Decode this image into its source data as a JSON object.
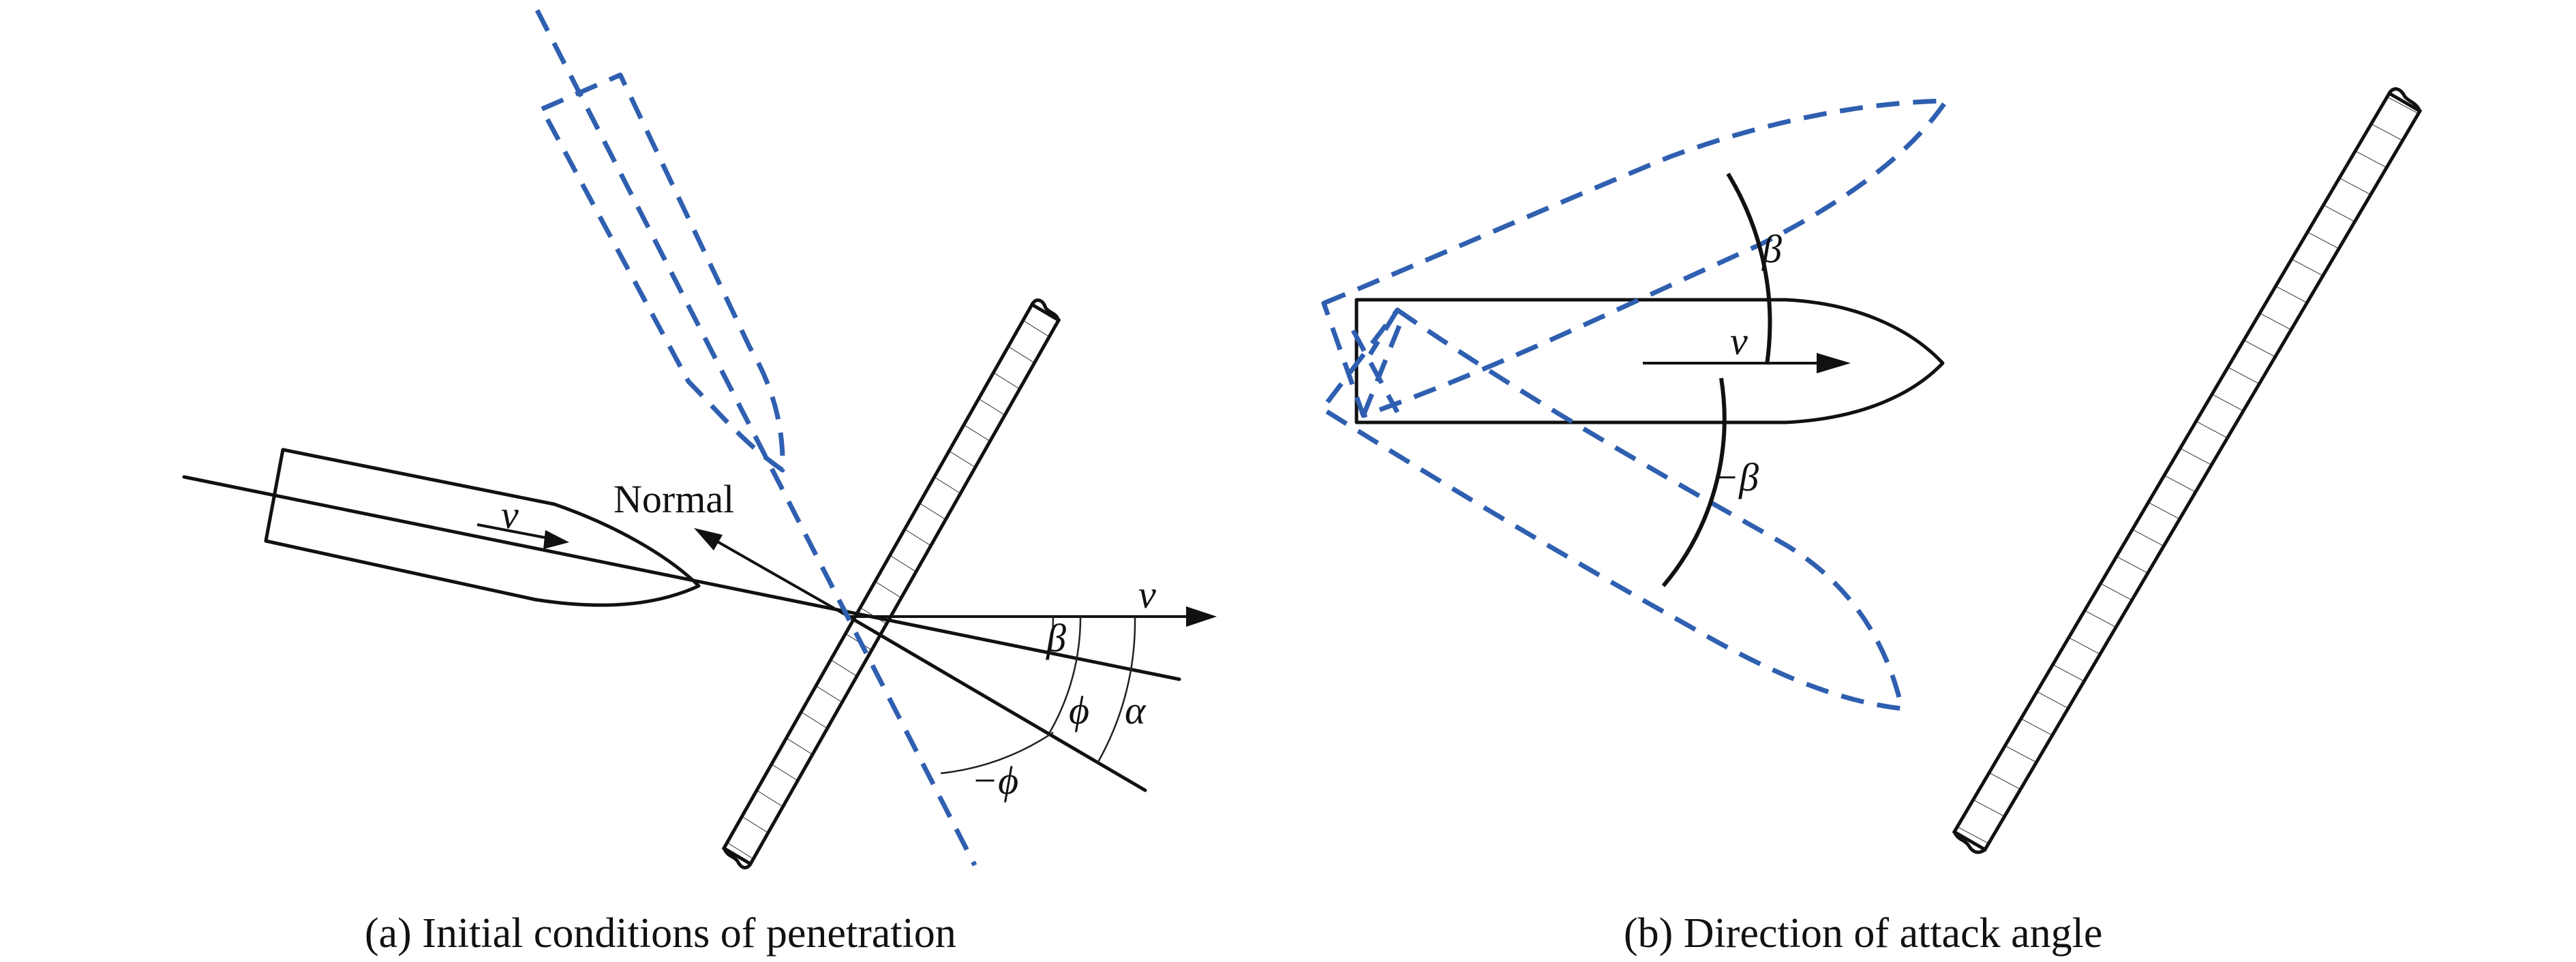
{
  "panel_a": {
    "caption": "(a) Initial conditions of penetration",
    "label_normal": "Normal",
    "label_v_projectile": "v",
    "label_v_axis": "v",
    "label_beta": "β",
    "label_phi": "ϕ",
    "label_alpha": "α",
    "label_minus_phi": "−ϕ"
  },
  "panel_b": {
    "caption": "(b) Direction of attack angle",
    "label_beta": "β",
    "label_minus_beta": "−β",
    "label_v": "v"
  },
  "colors": {
    "line": "#111111",
    "dashed_projectile": "#2f5fb0"
  }
}
